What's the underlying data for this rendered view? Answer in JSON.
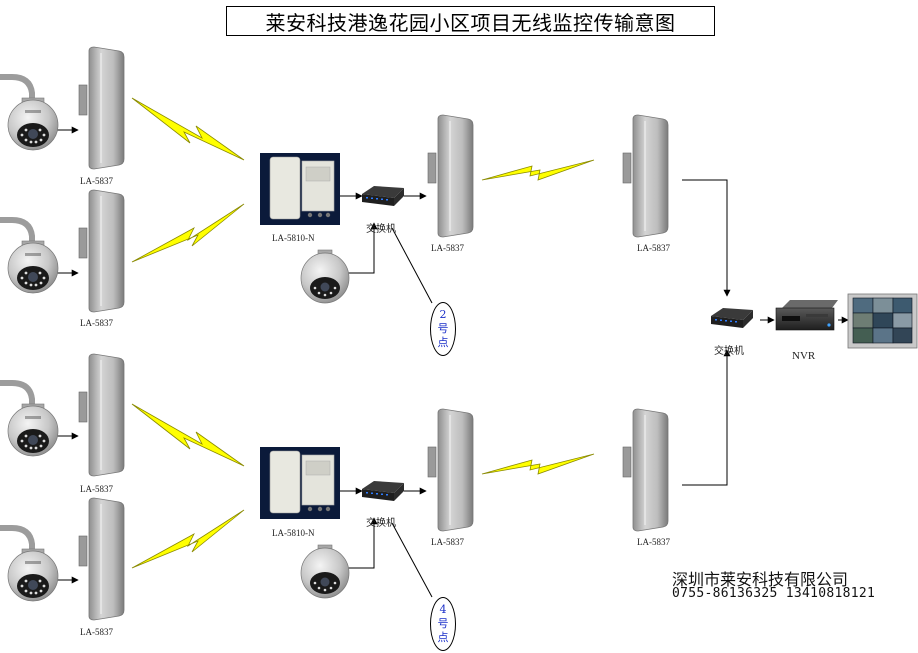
{
  "title": "莱安科技港逸花园小区项目无线监控传输意图",
  "labels": {
    "ap_model": "LA-5837",
    "base_model": "LA-5810-N",
    "switch": "交换机",
    "nvr": "NVR"
  },
  "points": {
    "p2": {
      "num": "2",
      "c1": "号",
      "c2": "点"
    },
    "p4": {
      "num": "4",
      "c1": "号",
      "c2": "点"
    }
  },
  "company": {
    "name": "深圳市莱安科技有限公司",
    "phones": "0755-86136325 13410818121"
  }
}
